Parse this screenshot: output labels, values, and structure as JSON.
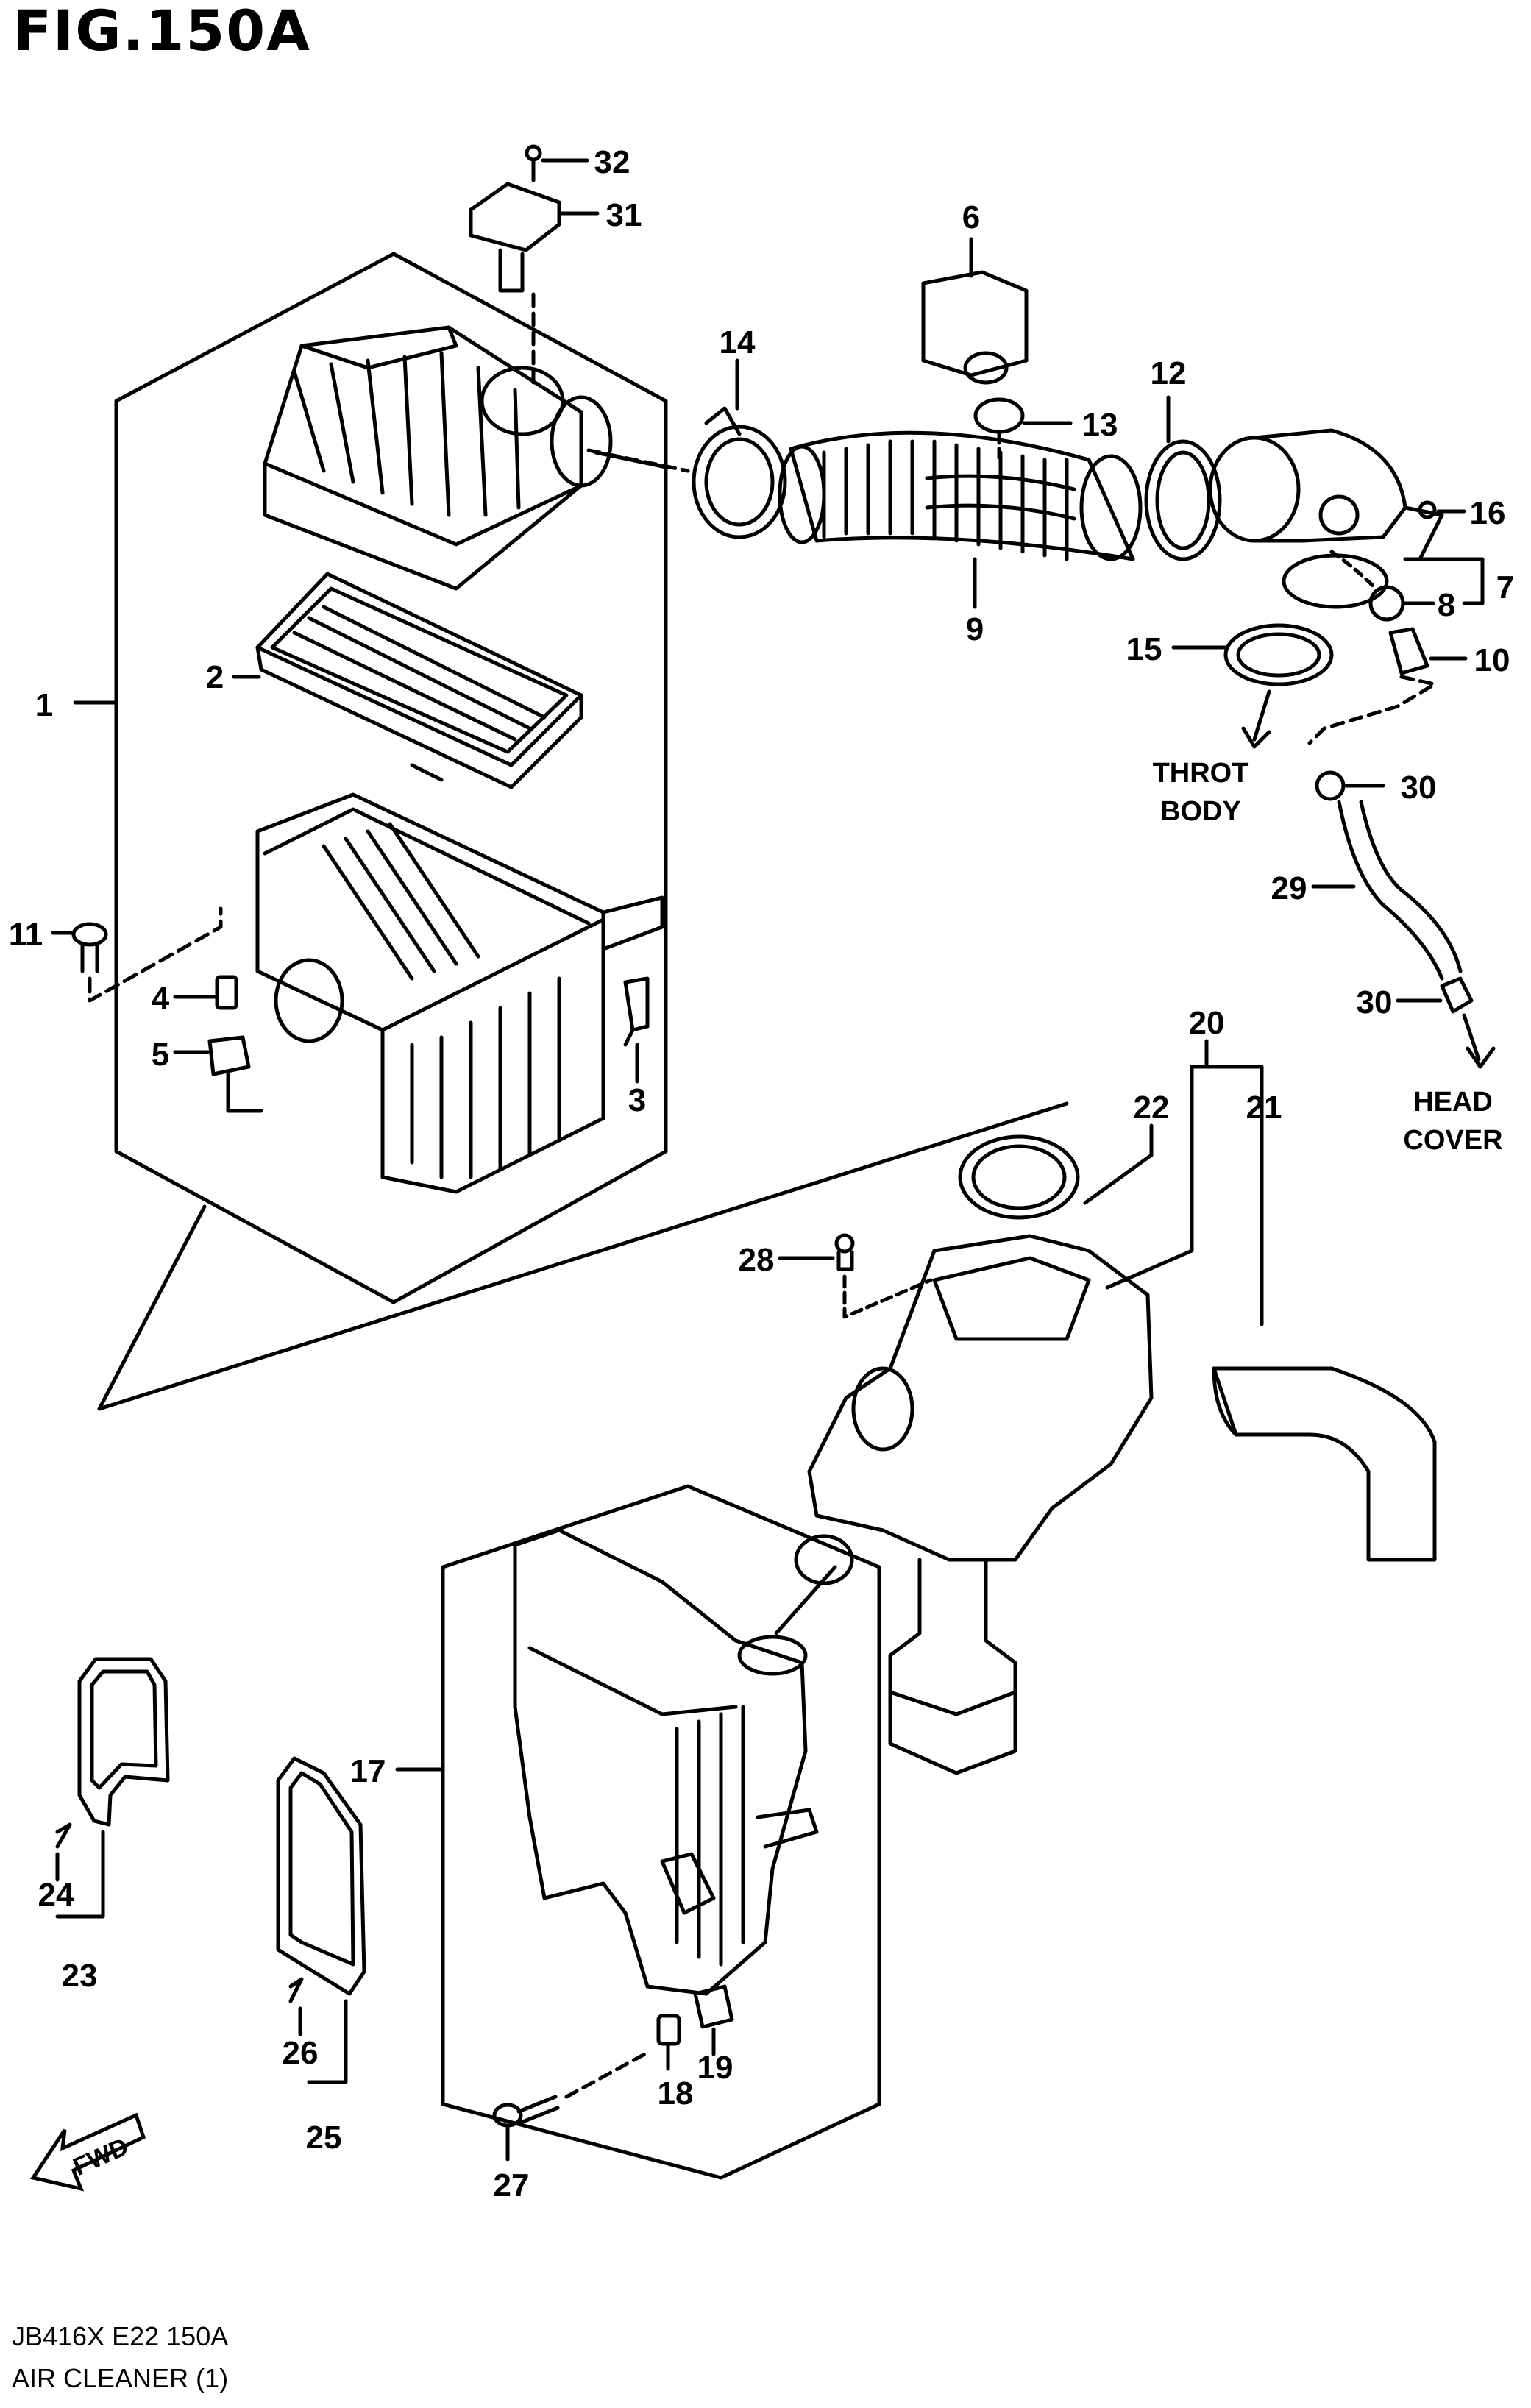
{
  "figure": {
    "title": "FIG.150A",
    "model_code": "JB416X E22 150A",
    "caption": "AIR CLEANER (1)"
  },
  "fwd_label": "FWD",
  "destinations": {
    "throttle_line1": "THROT",
    "throttle_line2": "BODY",
    "head_line1": "HEAD",
    "head_line2": "COVER"
  },
  "callouts": {
    "p1": "1",
    "p2": "2",
    "p3": "3",
    "p4": "4",
    "p5": "5",
    "p6": "6",
    "p7": "7",
    "p8": "8",
    "p9": "9",
    "p10": "10",
    "p11": "11",
    "p12": "12",
    "p13": "13",
    "p14": "14",
    "p15": "15",
    "p16": "16",
    "p17": "17",
    "p18": "18",
    "p19": "19",
    "p20": "20",
    "p21": "21",
    "p22": "22",
    "p23": "23",
    "p24": "24",
    "p25": "25",
    "p26": "26",
    "p27": "27",
    "p28": "28",
    "p29": "29",
    "p30a": "30",
    "p30b": "30",
    "p31": "31",
    "p32": "32"
  }
}
